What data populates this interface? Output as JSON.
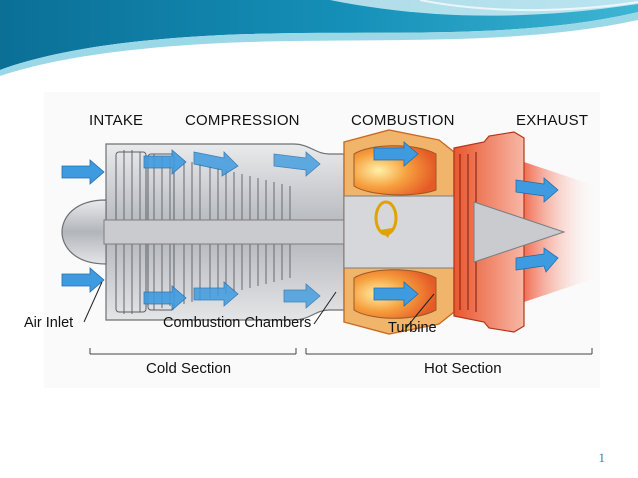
{
  "diagram": {
    "stages": {
      "intake": "INTAKE",
      "compression": "COMPRESSION",
      "combustion": "COMBUSTION",
      "exhaust": "EXHAUST"
    },
    "callouts": {
      "air_inlet": "Air Inlet",
      "combustion_chambers": "Combustion Chambers",
      "turbine": "Turbine"
    },
    "sections": {
      "cold": "Cold Section",
      "hot": "Hot Section"
    }
  },
  "slide": {
    "page_number": "1"
  },
  "colors": {
    "banner_teal": "#0f7fa8",
    "banner_light": "#7fd3e6",
    "airflow_blue": "#3f9be0",
    "hot_red": "#e8492a",
    "combustion_orange": "#f3a24a",
    "metal_gray": "#b9bcc0"
  }
}
